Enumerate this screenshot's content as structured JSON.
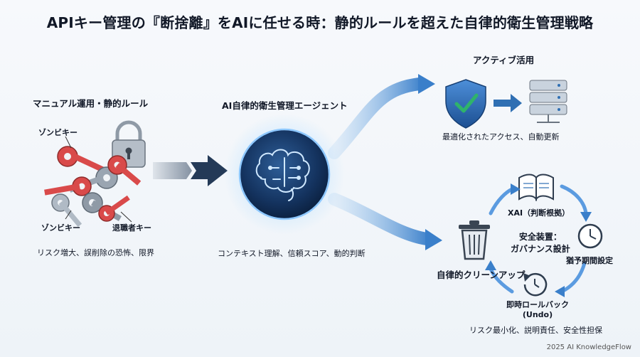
{
  "title": "APIキー管理の『断捨離』をAIに任せる時：静的ルールを超えた自律的衛生管理戦略",
  "left": {
    "heading": "マニュアル運用・静的ルール",
    "zombie_key_label_1": "ゾンビキー",
    "zombie_key_label_2": "ゾンビキー",
    "retired_key_label": "退職者キー",
    "caption": "リスク増大、誤削除の恐怖、限界"
  },
  "center": {
    "heading": "AI自律的衛生管理エージェント",
    "caption": "コンテキスト理解、信頼スコア、動的判断"
  },
  "top_right": {
    "heading": "アクティブ活用",
    "caption": "最適化されたアクセス、自動更新"
  },
  "bottom_right": {
    "cleanup_label": "自律的クリーンアップ",
    "xai_label": "XAI（判断根拠）",
    "safety_label_line1": "安全装置：",
    "safety_label_line2": "ガバナンス設計",
    "grace_label": "猶予期間設定",
    "rollback_line1": "即時ロールバック",
    "rollback_line2": "(Undo)",
    "caption": "リスク最小化、説明責任、安全性担保"
  },
  "footer": "2025 AI KnowledgeFlow",
  "colors": {
    "accent_blue": "#2f6fb3",
    "key_red": "#d94a4a",
    "key_gray": "#8f9aa6",
    "check_green": "#2fb36b"
  },
  "icons": [
    "padlock-icon",
    "key-icon",
    "brain-icon",
    "shield-check-icon",
    "server-icon",
    "trash-icon",
    "book-icon",
    "clock-icon",
    "undo-clock-icon",
    "arrow-right-icon"
  ]
}
